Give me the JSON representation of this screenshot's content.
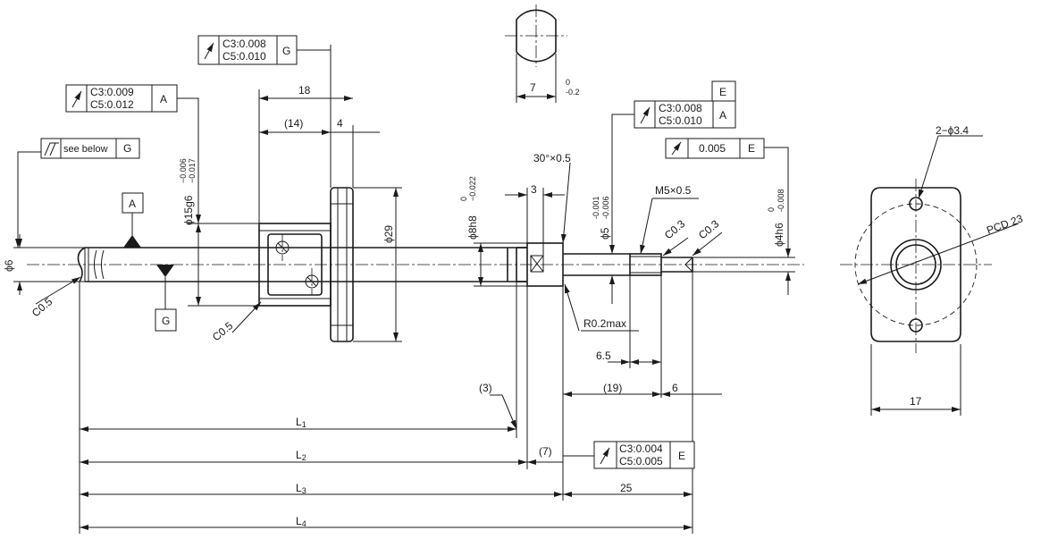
{
  "fcf": {
    "g_runout": {
      "line1": "C3:0.008",
      "line2": "C5:0.010",
      "datum": "G"
    },
    "a_runout": {
      "line1": "C3:0.009",
      "line2": "C5:0.012",
      "datum": "A"
    },
    "see_below": {
      "text": "see below",
      "datum": "G"
    },
    "right_runout": {
      "line1": "C3:0.008",
      "line2": "C5:0.010",
      "datum_top": "E",
      "datum_bottom": "A"
    },
    "e_runout": {
      "value": "0.005",
      "datum": "E"
    },
    "bottom_runout": {
      "line1": "C3:0.004",
      "line2": "C5:0.005",
      "datum": "E"
    }
  },
  "datums": {
    "a": "A",
    "g": "G"
  },
  "dims": {
    "d18": "18",
    "d14": "(14)",
    "d4": "4",
    "d7": "7",
    "tol7_up": "0",
    "tol7_lo": "-0.2",
    "phi6": "ϕ6",
    "phi15": "ϕ15g6",
    "phi15_up": "−0.006",
    "phi15_lo": "−0.017",
    "phi29": "ϕ29",
    "phi8": "ϕ8h8",
    "phi8_up": "0",
    "phi8_lo": "−0.022",
    "phi5": "ϕ5",
    "phi5_up": "-0.001",
    "phi5_lo": "-0.006",
    "phi4": "ϕ4h6",
    "phi4_up": "0",
    "phi4_lo": "-0.008",
    "d3": "3",
    "chamfer30": "30°×0.5",
    "m5": "M5×0.5",
    "c03a": "C0.3",
    "c03b": "C0.3",
    "c05a": "C0.5",
    "c05b": "C0.5",
    "r02": "R0.2max",
    "d65": "6.5",
    "d3p": "(3)",
    "d19": "(19)",
    "d6": "6",
    "d7p": "(7)",
    "d25": "25",
    "l1": "L",
    "l1sub": "1",
    "l2": "L",
    "l2sub": "2",
    "l3": "L",
    "l3sub": "3",
    "l4": "L",
    "l4sub": "4",
    "holes": "2−ϕ3.4",
    "pcd": "PCD 23",
    "d17": "17"
  }
}
